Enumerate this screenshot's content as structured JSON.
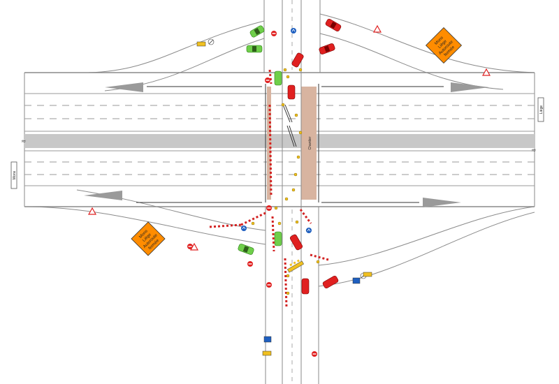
{
  "destinations": {
    "left": "Mons",
    "right": "Liège"
  },
  "bridge_label": "Chantier",
  "orange_signs": {
    "top_right": [
      "Mons",
      "Liège",
      "Autoroute",
      "fermée"
    ],
    "left": [
      "Mons",
      "Liège",
      "Autoroute",
      "fermée"
    ]
  },
  "colors": {
    "road_edge": "#9a9a9a",
    "median": "#c8c8c8",
    "bridge_deck": "#d8b4a0",
    "car_red": "#e02020",
    "car_green": "#6fcf4a",
    "sign_orange": "#ff8c00",
    "barrier_red": "#d22222",
    "barrier_yellow": "#f0c020"
  }
}
